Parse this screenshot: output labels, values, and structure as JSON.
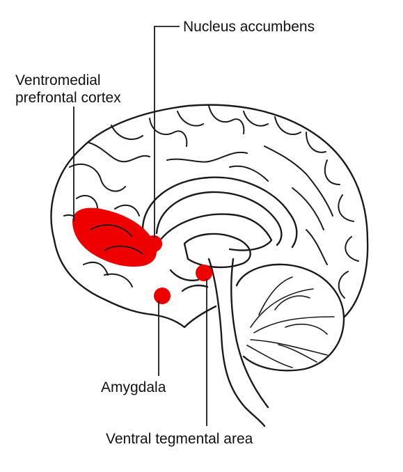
{
  "labels": {
    "nucleus_accumbens": "Nucleus accumbens",
    "vmpfc_line1": "Ventromedial",
    "vmpfc_line2": "prefrontal cortex",
    "amygdala": "Amygdala",
    "vta": "Ventral tegmental area"
  },
  "colors": {
    "outline": "#1a1a1a",
    "highlight": "#ee0000",
    "background": "#ffffff"
  }
}
